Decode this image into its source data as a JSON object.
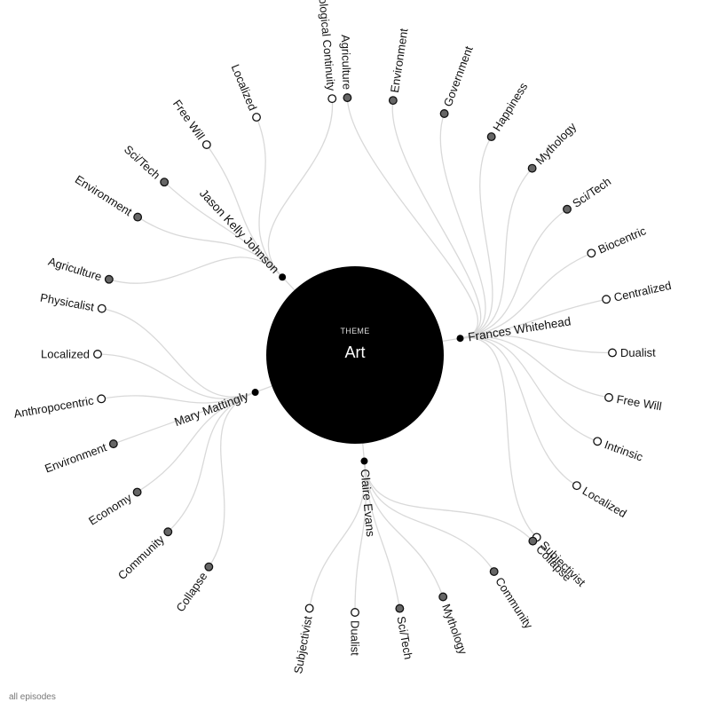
{
  "theme": {
    "kicker": "THEME",
    "title": "Art"
  },
  "footer": "all episodes",
  "people": [
    {
      "name": "Jason Kelly Johnson",
      "leaves": [
        {
          "label": "Agriculture",
          "filled": true
        },
        {
          "label": "Environment",
          "filled": true
        },
        {
          "label": "Sci/Tech",
          "filled": true
        },
        {
          "label": "Free Will",
          "filled": false
        },
        {
          "label": "Localized",
          "filled": false
        },
        {
          "label": "Ecological Continuity",
          "filled": false
        }
      ]
    },
    {
      "name": "Frances Whitehead",
      "leaves": [
        {
          "label": "Agriculture",
          "filled": true
        },
        {
          "label": "Environment",
          "filled": true
        },
        {
          "label": "Government",
          "filled": true
        },
        {
          "label": "Happiness",
          "filled": true
        },
        {
          "label": "Mythology",
          "filled": true
        },
        {
          "label": "Sci/Tech",
          "filled": true
        },
        {
          "label": "Biocentric",
          "filled": false
        },
        {
          "label": "Centralized",
          "filled": false
        },
        {
          "label": "Dualist",
          "filled": false
        },
        {
          "label": "Free Will",
          "filled": false
        },
        {
          "label": "Intrinsic",
          "filled": false
        },
        {
          "label": "Localized",
          "filled": false
        },
        {
          "label": "Subjectivist",
          "filled": false
        }
      ]
    },
    {
      "name": "Claire Evans",
      "leaves": [
        {
          "label": "Collapse",
          "filled": true
        },
        {
          "label": "Community",
          "filled": true
        },
        {
          "label": "Mythology",
          "filled": true
        },
        {
          "label": "Sci/Tech",
          "filled": true
        },
        {
          "label": "Dualist",
          "filled": false
        },
        {
          "label": "Subjectivist",
          "filled": false
        }
      ]
    },
    {
      "name": "Mary Mattingly",
      "leaves": [
        {
          "label": "Physicalist",
          "filled": false
        },
        {
          "label": "Localized",
          "filled": false
        },
        {
          "label": "Anthropocentric",
          "filled": false
        },
        {
          "label": "Environment",
          "filled": true
        },
        {
          "label": "Economy",
          "filled": true
        },
        {
          "label": "Community",
          "filled": true
        },
        {
          "label": "Collapse",
          "filled": true
        }
      ]
    }
  ],
  "colors": {
    "link": "#d9d9d9",
    "filled_node": "#666666",
    "center": "#000000"
  }
}
